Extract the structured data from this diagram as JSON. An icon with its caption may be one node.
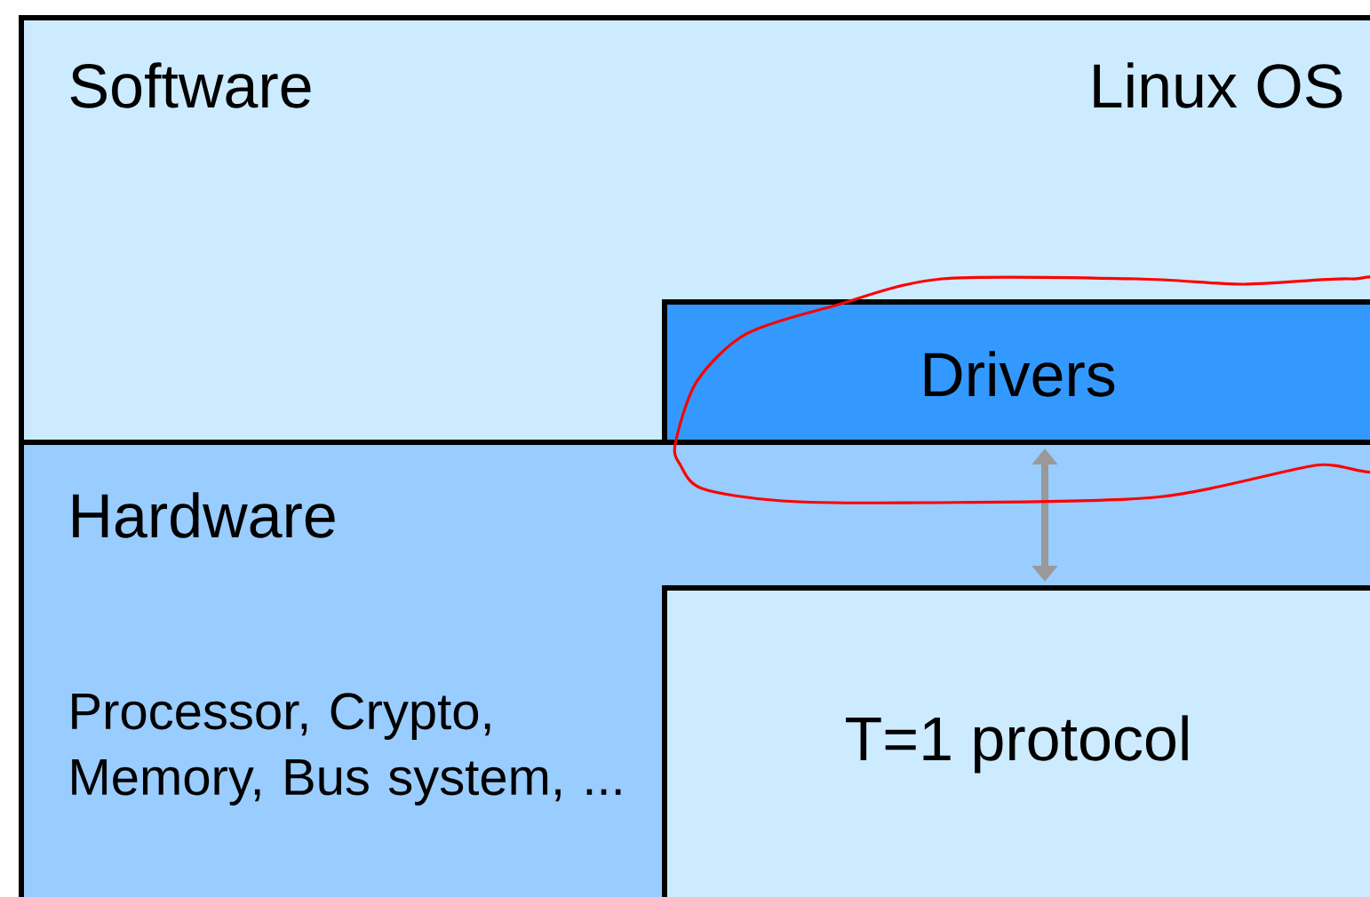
{
  "diagram": {
    "nodes": [
      {
        "text": [
          "Software",
          "Linux OS"
        ]
      },
      {
        "text": [
          "Drivers"
        ],
        "in": 0
      },
      {
        "text": [
          "Hardware",
          "Processor, Crypto, Memory, Bus system, ..."
        ]
      },
      {
        "text": [
          "T=1 protocol"
        ],
        "in": 2
      }
    ],
    "edges": [
      {
        "from": 1,
        "to": 3,
        "arrow": "both",
        "color": "#999999"
      }
    ]
  }
}
